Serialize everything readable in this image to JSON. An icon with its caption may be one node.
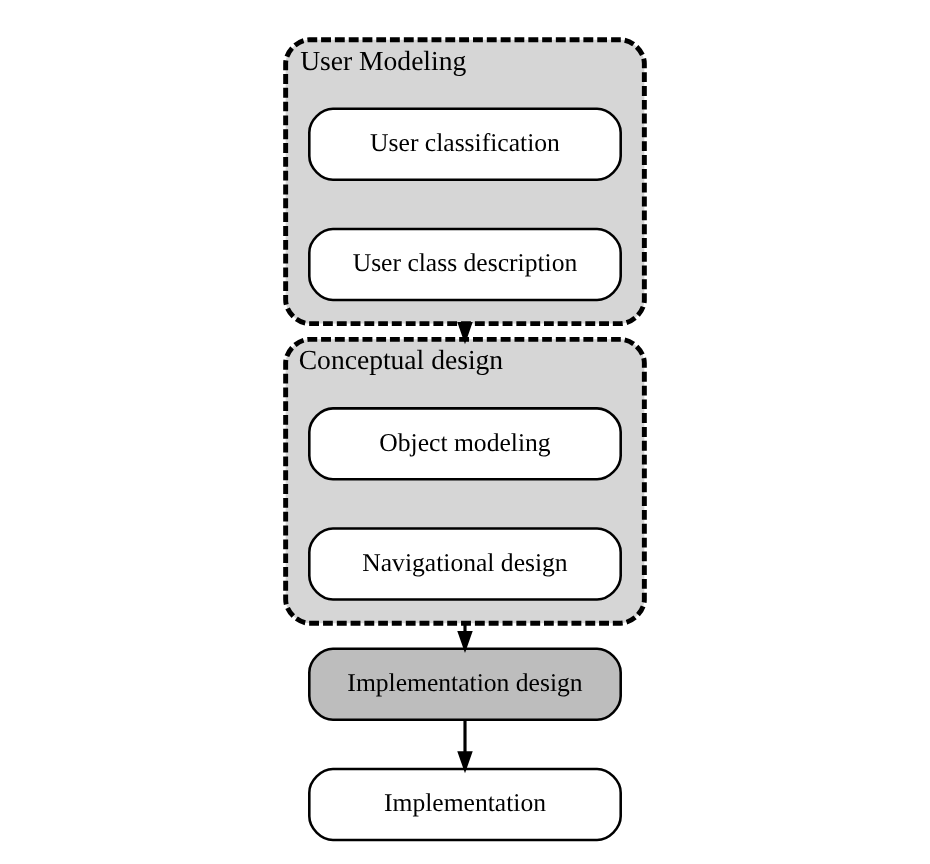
{
  "diagram": {
    "nodes": [
      {
        "text": [
          "User Modeling"
        ]
      },
      {
        "text": [
          "User classification"
        ],
        "in": 0
      },
      {
        "text": [
          "User class description"
        ],
        "in": 0
      },
      {
        "text": [
          "Conceptual design"
        ]
      },
      {
        "text": [
          "Object modeling"
        ],
        "in": 3
      },
      {
        "text": [
          "Navigational design"
        ],
        "in": 3
      },
      {
        "text": [
          "Implementation design"
        ]
      },
      {
        "text": [
          "Implementation"
        ]
      }
    ],
    "edges": [
      {
        "from": 0,
        "to": 3,
        "arrow": "to"
      },
      {
        "from": 3,
        "to": 6,
        "arrow": "to"
      },
      {
        "from": 6,
        "to": 7,
        "arrow": "to"
      }
    ]
  }
}
